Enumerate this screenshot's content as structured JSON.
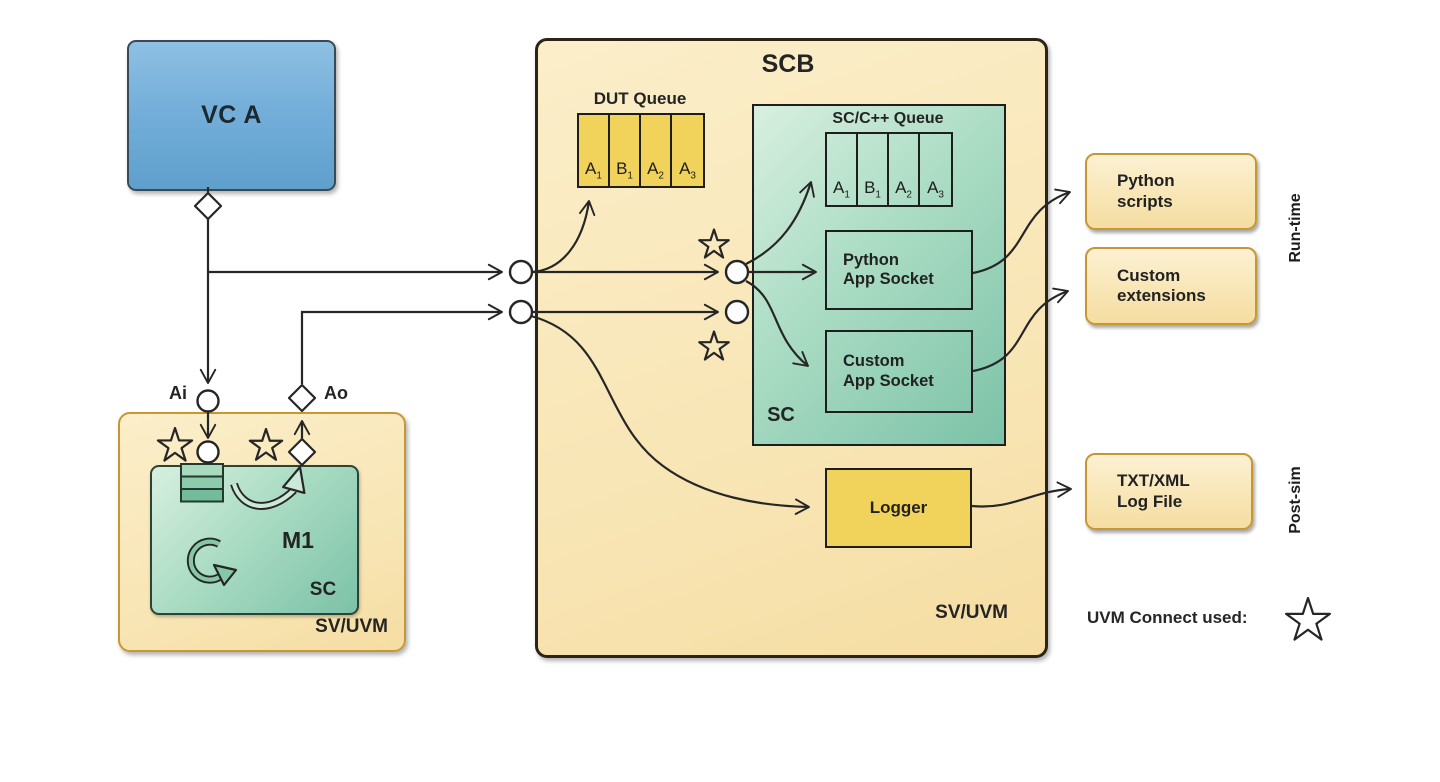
{
  "colors": {
    "cream_fill": "#F9E7BC",
    "gold_fill": "#F1D35B",
    "green_light": "#CFEBDA",
    "green_dark": "#7CC2A8",
    "blue_fill": "#74AFDA",
    "amber_border": "#C79734",
    "ink": "#262626"
  },
  "vca": {
    "label": "VC A"
  },
  "left_block": {
    "ai_port_label": "Ai",
    "ao_port_label": "Ao",
    "module_label": "M1",
    "sc_label": "SC",
    "domain_label": "SV/UVM"
  },
  "scb": {
    "title": "SCB",
    "domain_label": "SV/UVM",
    "dut_queue": {
      "label": "DUT Queue",
      "cells": [
        {
          "base": "A",
          "sub": "1"
        },
        {
          "base": "B",
          "sub": "1"
        },
        {
          "base": "A",
          "sub": "2"
        },
        {
          "base": "A",
          "sub": "3"
        }
      ]
    },
    "sc_region": {
      "queue_label": "SC/C++ Queue",
      "cells": [
        {
          "base": "A",
          "sub": "1"
        },
        {
          "base": "B",
          "sub": "1"
        },
        {
          "base": "A",
          "sub": "2"
        },
        {
          "base": "A",
          "sub": "3"
        }
      ],
      "python_socket": {
        "line1": "Python",
        "line2": "App Socket"
      },
      "custom_socket": {
        "line1": "Custom",
        "line2": "App Socket"
      },
      "sc_label": "SC"
    },
    "logger": {
      "label": "Logger"
    }
  },
  "outputs": {
    "python_scripts": {
      "line1": "Python",
      "line2": "scripts"
    },
    "custom_extensions": {
      "line1": "Custom",
      "line2": "extensions"
    },
    "log_file": {
      "line1": "TXT/XML",
      "line2": "Log File"
    },
    "runtime_label": "Run-time",
    "postsim_label": "Post-sim"
  },
  "legend": {
    "label": "UVM Connect used:"
  }
}
